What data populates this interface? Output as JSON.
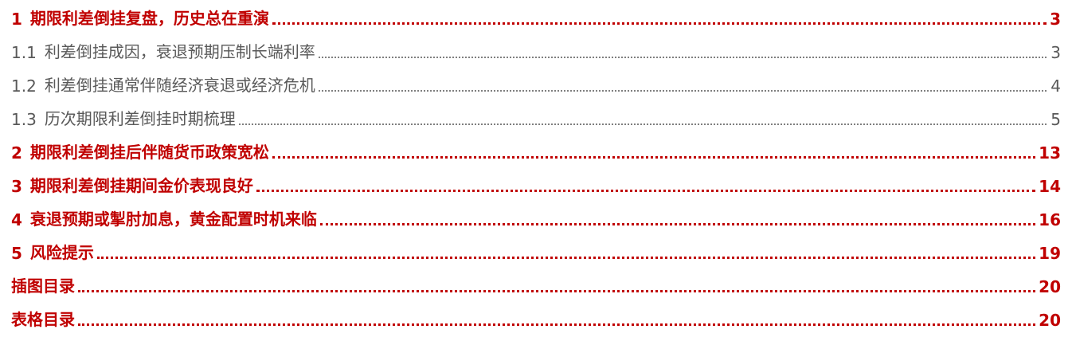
{
  "colors": {
    "heading": "#c00000",
    "subheading": "#595959",
    "leader_sub": "#7f7f7f",
    "background": "#ffffff"
  },
  "toc": {
    "entries": [
      {
        "number": "1",
        "title": "期限利差倒挂复盘，历史总在重演",
        "page": "3",
        "level": 1
      },
      {
        "number": "1.1",
        "title": "利差倒挂成因，衰退预期压制长端利率",
        "page": "3",
        "level": 2
      },
      {
        "number": "1.2",
        "title": "利差倒挂通常伴随经济衰退或经济危机",
        "page": "4",
        "level": 2
      },
      {
        "number": "1.3",
        "title": "历次期限利差倒挂时期梳理",
        "page": "5",
        "level": 2
      },
      {
        "number": "2",
        "title": "期限利差倒挂后伴随货币政策宽松",
        "page": "13",
        "level": 1
      },
      {
        "number": "3",
        "title": "期限利差倒挂期间金价表现良好",
        "page": "14",
        "level": 1
      },
      {
        "number": "4",
        "title": "衰退预期或掣肘加息，黄金配置时机来临",
        "page": "16",
        "level": 1
      },
      {
        "number": "5",
        "title": "风险提示",
        "page": "19",
        "level": 1
      },
      {
        "number": "",
        "title": "插图目录",
        "page": "20",
        "level": 1
      },
      {
        "number": "",
        "title": "表格目录",
        "page": "20",
        "level": 1
      }
    ]
  }
}
